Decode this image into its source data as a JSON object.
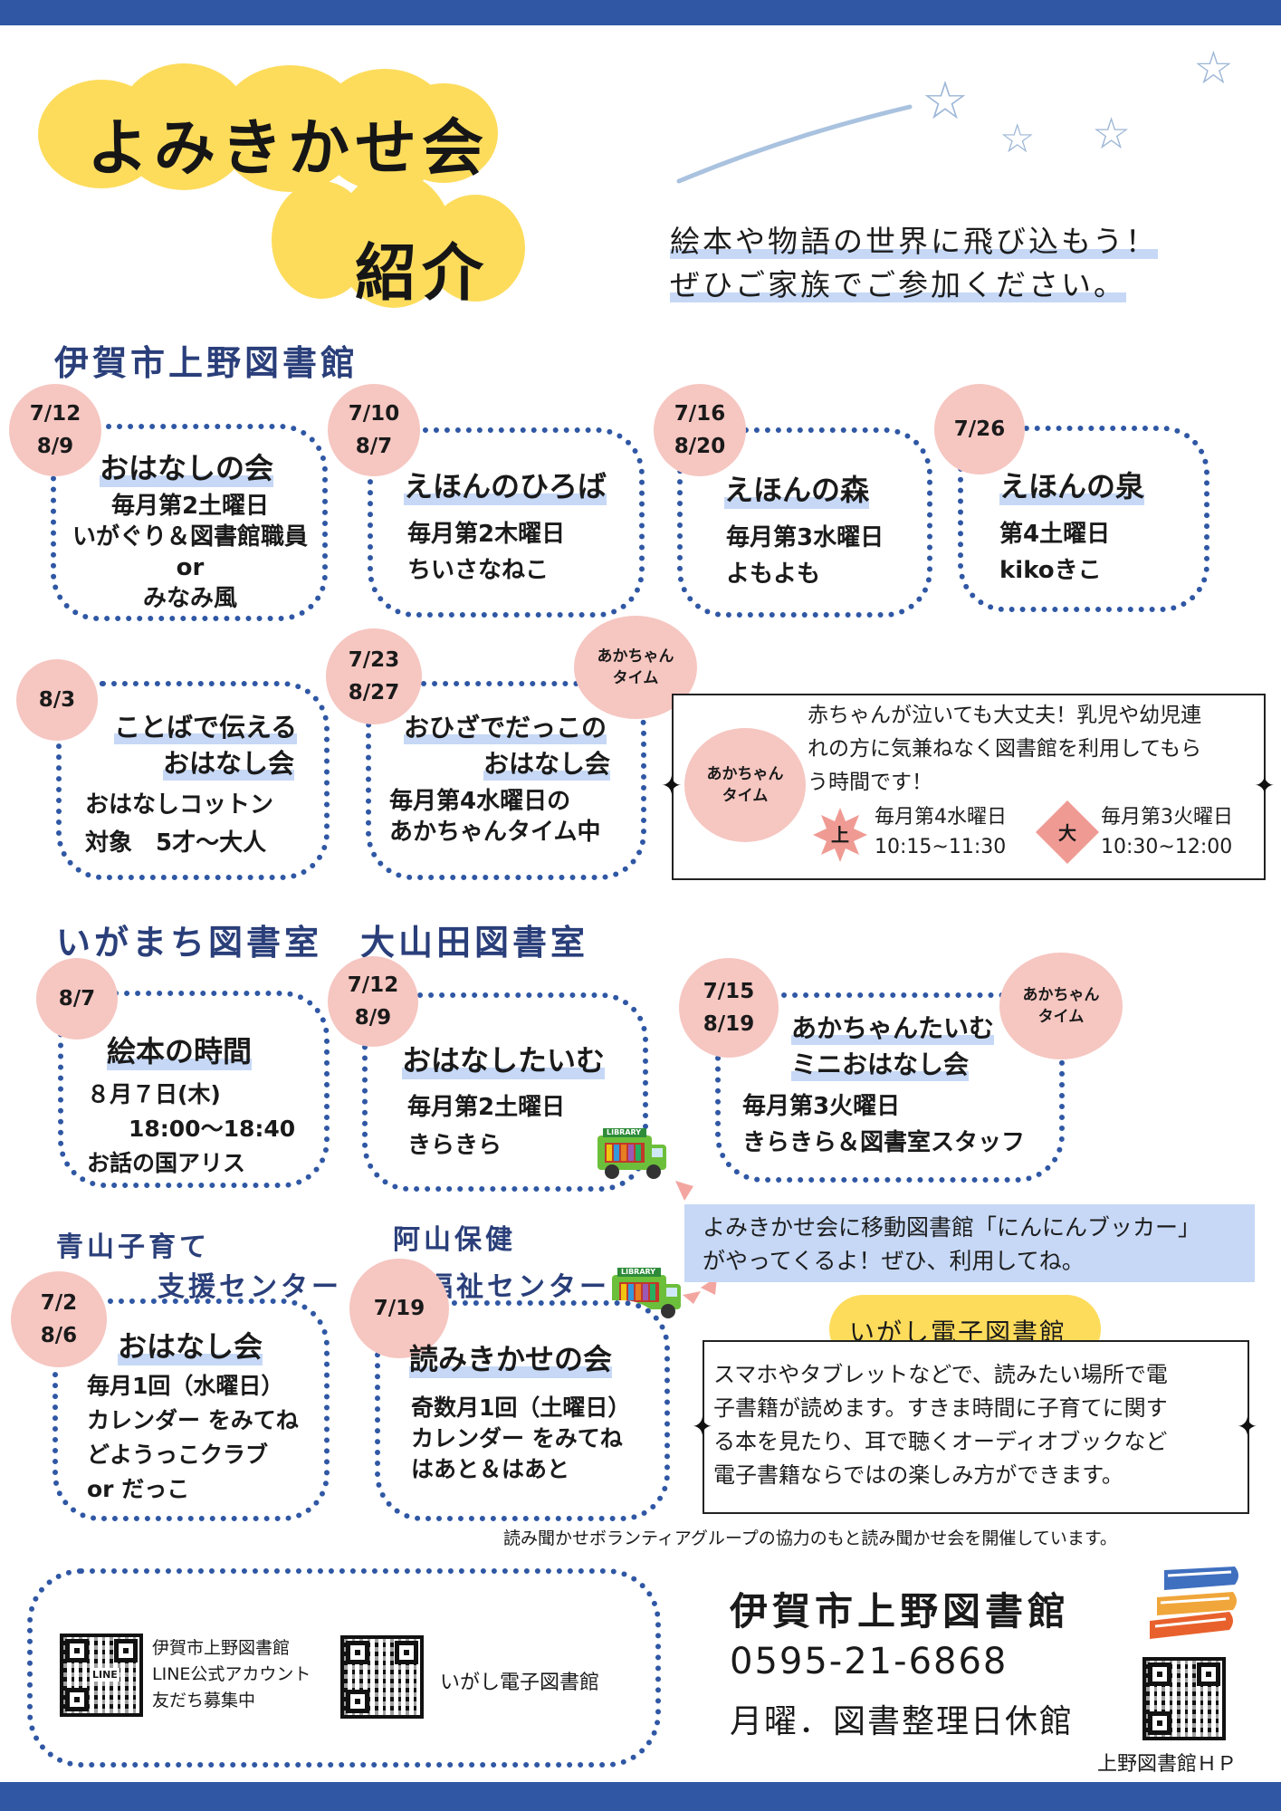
{
  "header": {
    "title_line1": "よみきかせ会",
    "title_line2": "紹介",
    "tagline1": "絵本や物語の世界に飛び込もう！",
    "tagline2": "ぜひご家族でご参加ください。"
  },
  "colors": {
    "navy": "#2f57a4",
    "yellow": "#fddc5c",
    "pink": "#f6c6c1",
    "lightblue": "#c6d8f6"
  },
  "section1": {
    "title": "伊賀市上野図書館",
    "cards": [
      {
        "date1": "7/12",
        "date2": "8/9",
        "title": "おはなしの会",
        "l1": "毎月第2土曜日",
        "l2": "いがぐり＆図書館職員",
        "l3": "or",
        "l4": "みなみ風"
      },
      {
        "date1": "7/10",
        "date2": "8/7",
        "title": "えほんのひろば",
        "l1": "毎月第2木曜日",
        "l2": "ちいさなねこ"
      },
      {
        "date1": "7/16",
        "date2": "8/20",
        "title": "えほんの森",
        "l1": "毎月第3水曜日",
        "l2": "よもよも"
      },
      {
        "date1": "7/26",
        "title": "えほんの泉",
        "l1": "第4土曜日",
        "l2": "kikoきこ"
      },
      {
        "date1": "8/3",
        "title1": "ことばで伝える",
        "title2": "おはなし会",
        "l1": "おはなしコットン",
        "l2": "対象　5才～大人"
      },
      {
        "date1": "7/23",
        "date2": "8/27",
        "title1": "おひざでだっこの",
        "title2": "おはなし会",
        "l1": "毎月第4水曜日の",
        "l2": "あかちゃんタイム中",
        "badge1": "あかちゃん",
        "badge2": "タイム"
      }
    ],
    "akachan_box": {
      "badge1": "あかちゃん",
      "badge2": "タイム",
      "text1": "赤ちゃんが泣いても大丈夫！乳児や幼児連",
      "text2": "れの方に気兼ねなく図書館を利用してもら",
      "text3": "う時間です！",
      "ue": "上",
      "ue_day": "毎月第4水曜日",
      "ue_time": "10:15~11:30",
      "dai": "大",
      "dai_day": "毎月第3火曜日",
      "dai_time": "10:30~12:00"
    }
  },
  "section2": {
    "title": "いがまち図書室　大山田図書室",
    "cards": [
      {
        "date1": "8/7",
        "title": "絵本の時間",
        "l1": "８月７日(木)",
        "l2": "18:00～18:40",
        "l3": "お話の国アリス"
      },
      {
        "date1": "7/12",
        "date2": "8/9",
        "title": "おはなしたいむ",
        "l1": "毎月第2土曜日",
        "l2": "きらきら"
      },
      {
        "date1": "7/15",
        "date2": "8/19",
        "title1": "あかちゃんたいむ",
        "title2": "ミニおはなし会",
        "l1": "毎月第3火曜日",
        "l2": "きらきら＆図書室スタッフ",
        "badge1": "あかちゃん",
        "badge2": "タイム"
      }
    ]
  },
  "van": {
    "label": "LIBRARY",
    "text1": "よみきかせ会に移動図書館「にんにんブッカー」",
    "text2": "がやってくるよ！ぜひ、利用してね。"
  },
  "section3": {
    "aoyama1": "青山子育て",
    "aoyama2": "支援センター",
    "ayama1": "阿山保健",
    "ayama2": "福祉センター",
    "cards": [
      {
        "date1": "7/2",
        "date2": "8/6",
        "title": "おはなし会",
        "l1": "毎月1回（水曜日）",
        "l2": "カレンダー をみてね",
        "l3": "どようっこクラブ",
        "l4": "or だっこ"
      },
      {
        "date1": "7/19",
        "title": "読みきかせの会",
        "l1": "奇数月1回（土曜日）",
        "l2": "カレンダー をみてね",
        "l3": "はあと＆はあと"
      }
    ]
  },
  "ebook": {
    "title": "いがし電子図書館",
    "text1": "スマホやタブレットなどで、読みたい場所で電",
    "text2": "子書籍が読めます。すきま時間に子育てに関す",
    "text3": "る本を見たり、耳で聴くオーディオブックなど",
    "text4": "電子書籍ならではの楽しみ方ができます。"
  },
  "volunteer_note": "読み聞かせボランティアグループの協力のもと読み聞かせ会を開催しています。",
  "footer": {
    "line_qr1": "伊賀市上野図書館",
    "line_qr2": "LINE公式アカウント",
    "line_qr3": "友だち募集中",
    "line_badge": "LINE",
    "ebook_qr": "いがし電子図書館",
    "library_name": "伊賀市上野図書館",
    "phone": "0595-21-6868",
    "closed": "月曜．図書整理日休館",
    "hp_label": "上野図書館ＨＰ"
  }
}
